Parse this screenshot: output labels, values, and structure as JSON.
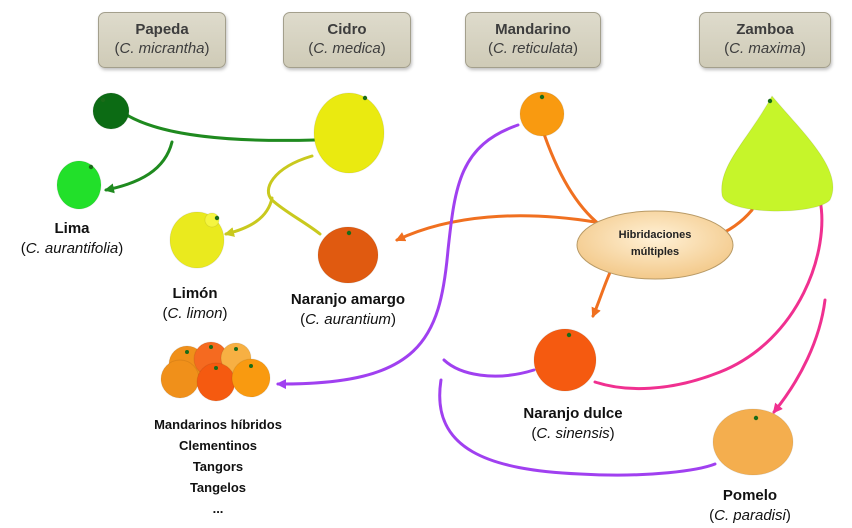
{
  "ancestors": [
    {
      "name": "Papeda",
      "sci": "C. micrantha"
    },
    {
      "name": "Cidro",
      "sci": "C. medica"
    },
    {
      "name": "Mandarino",
      "sci": "C. reticulata"
    },
    {
      "name": "Zamboa",
      "sci": "C. maxima"
    }
  ],
  "species": {
    "lima": {
      "name": "Lima",
      "sci": "C. aurantifolia"
    },
    "limon": {
      "name": "Limón",
      "sci": "C. limon"
    },
    "naranjo_amargo": {
      "name": "Naranjo amargo",
      "sci": "C. aurantium"
    },
    "naranjo_dulce": {
      "name": "Naranjo dulce",
      "sci": "C. sinensis"
    },
    "pomelo": {
      "name": "Pomelo",
      "sci": "C. paradisi"
    }
  },
  "hybrid_bubble": [
    "Hibridaciones",
    "múltiples"
  ],
  "hybrid_list": [
    "Mandarinos híbridos",
    "Clementinos",
    "Tangors",
    "Tangelos",
    "..."
  ],
  "colors": {
    "papeda": "#0c6b14",
    "lime": "#22e02a",
    "citron": "#eaea10",
    "lemon": "#eaea1e",
    "bitter_orange": "#e05a10",
    "mandarin": "#f99a10",
    "pomelo_ancestor": "#c6f52a",
    "sweet_orange": "#f55a10",
    "grapefruit": "#f4ae4e",
    "arrow_green": "#1f8a1f",
    "arrow_yellow": "#c9c91e",
    "arrow_orange": "#f07020",
    "arrow_purple": "#a040f0",
    "arrow_pink": "#f03090",
    "bubble": "#f8d9a6"
  }
}
